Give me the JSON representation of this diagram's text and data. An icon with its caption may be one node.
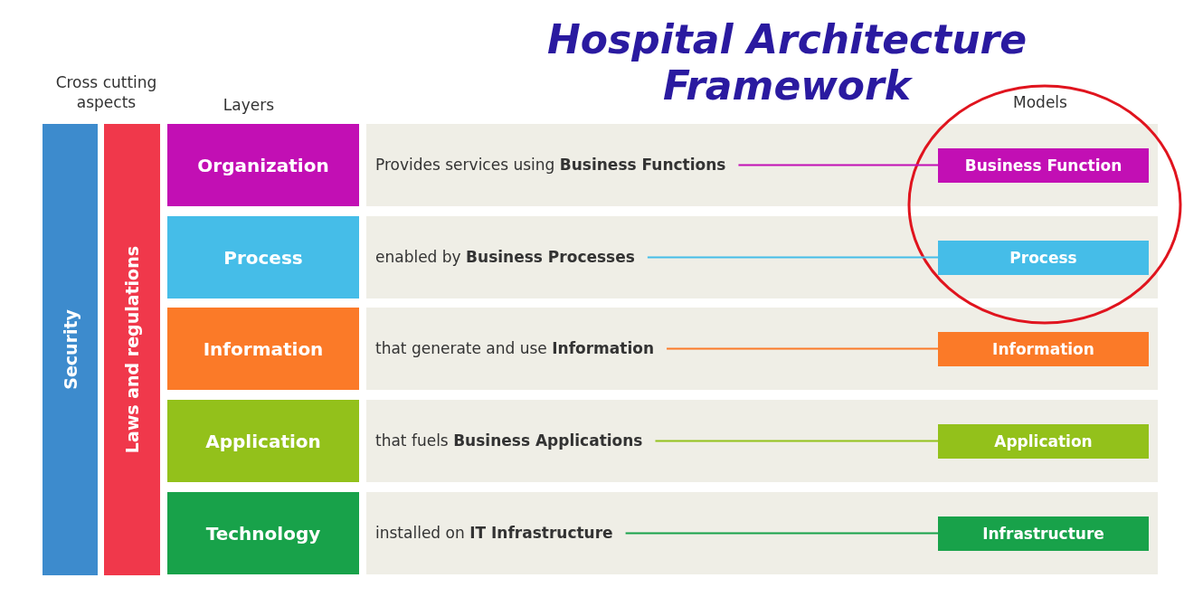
{
  "diagram": {
    "title": "Hospital Architecture Framework",
    "nodes": [
      {
        "text": [
          "Security"
        ]
      },
      {
        "text": [
          "Laws and regulations"
        ]
      },
      {
        "text": [
          "Organization"
        ]
      },
      {
        "text": [
          "Process"
        ]
      },
      {
        "text": [
          "Information"
        ]
      },
      {
        "text": [
          "Application"
        ]
      },
      {
        "text": [
          "Technology"
        ]
      },
      {
        "text": [
          "Provides services using **Business Functions**"
        ]
      },
      {
        "text": [
          "enabled by **Business Processes**"
        ]
      },
      {
        "text": [
          "that generate and use **Information**"
        ]
      },
      {
        "text": [
          "that fuels **Business Applications**"
        ]
      },
      {
        "text": [
          "installed on **IT Infrastructure**"
        ]
      },
      {
        "text": [
          "Business Function"
        ]
      },
      {
        "text": [
          "Process"
        ]
      },
      {
        "text": [
          "Information"
        ]
      },
      {
        "text": [
          "Application"
        ]
      },
      {
        "text": [
          "Infrastructure"
        ]
      }
    ],
    "edges": [
      {
        "from": 7,
        "to": 12,
        "arrow": "none",
        "color": "#c20fb4"
      },
      {
        "from": 8,
        "to": 13,
        "arrow": "none",
        "color": "#45bde8"
      },
      {
        "from": 9,
        "to": 14,
        "arrow": "none",
        "color": "#fb7a28"
      },
      {
        "from": 10,
        "to": 15,
        "arrow": "none",
        "color": "#93c11b"
      },
      {
        "from": 11,
        "to": 16,
        "arrow": "none",
        "color": "#18a24a"
      }
    ],
    "labels": [
      "Cross cutting aspects",
      "Layers",
      "Models"
    ]
  }
}
